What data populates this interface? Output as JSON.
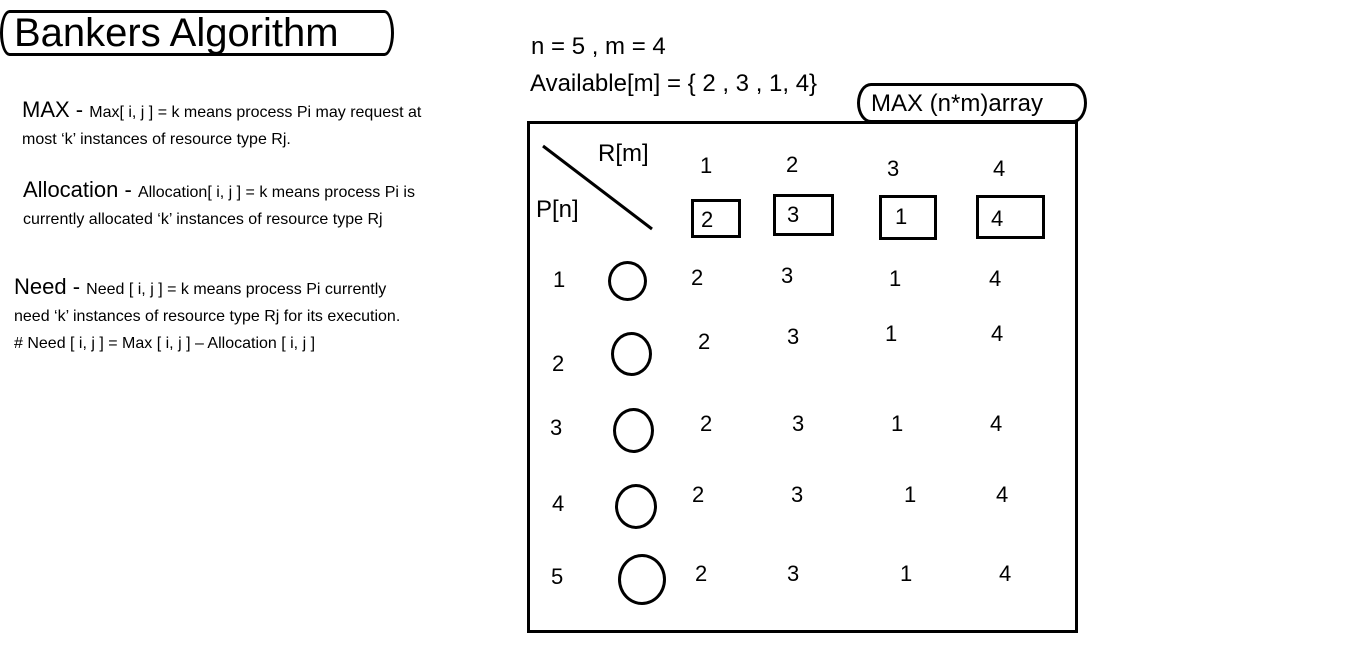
{
  "title": "Bankers Algorithm",
  "definitions": {
    "max": {
      "term": "MAX - ",
      "line1": "Max[ i, j ] = k means process Pi may request at",
      "line2": "most ‘k’ instances of resource type Rj."
    },
    "allocation": {
      "term": "Allocation - ",
      "line1": "Allocation[ i, j ] = k means process Pi is",
      "line2": "currently allocated ‘k’ instances of resource type Rj"
    },
    "need": {
      "term": "Need - ",
      "line1": "Need [ i,   j ] = k means process Pi currently",
      "line2": "need ‘k’ instances of resource type Rj  for its execution.",
      "line3": "# Need [ i,   j ] = Max [ i,   j ] – Allocation [ i,   j ]"
    }
  },
  "header": {
    "nm": "n = 5 , m = 4",
    "available": "Available[m] = { 2 , 3 , 1, 4}"
  },
  "matrix": {
    "label": "MAX (n*m)array",
    "resource_axis": "R[m]",
    "process_axis": "P[n]",
    "resources": [
      "1",
      "2",
      "3",
      "4"
    ],
    "available_values": [
      "2",
      "3",
      "1",
      "4"
    ],
    "processes": [
      "1",
      "2",
      "3",
      "4",
      "5"
    ],
    "rows": [
      [
        "2",
        "3",
        "1",
        "4"
      ],
      [
        "2",
        "3",
        "1",
        "4"
      ],
      [
        "2",
        "3",
        "1",
        "4"
      ],
      [
        "2",
        "3",
        "1",
        "4"
      ],
      [
        "2",
        "3",
        "1",
        "4"
      ]
    ]
  }
}
